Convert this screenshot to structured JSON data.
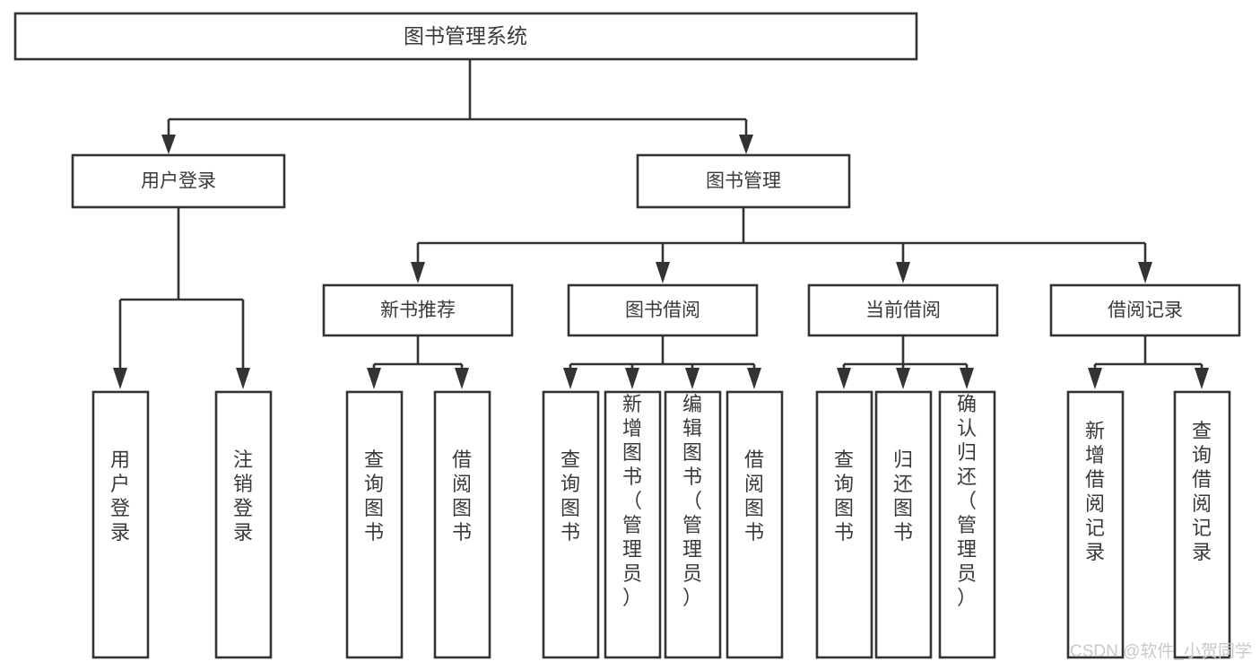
{
  "diagram": {
    "title": "图书管理系统",
    "root": {
      "label": "图书管理系统",
      "id": "root"
    },
    "level2": [
      {
        "id": "user-login",
        "label": "用户登录"
      },
      {
        "id": "book-management",
        "label": "图书管理"
      }
    ],
    "level3": [
      {
        "id": "new-book-recommend",
        "label": "新书推荐"
      },
      {
        "id": "book-borrow",
        "label": "图书借阅"
      },
      {
        "id": "current-borrow",
        "label": "当前借阅"
      },
      {
        "id": "borrow-record",
        "label": "借阅记录"
      }
    ],
    "leaves": {
      "user_login": [
        {
          "id": "leaf-user-login",
          "label": "用户登录"
        },
        {
          "id": "leaf-logout-login",
          "label": "注销登录"
        }
      ],
      "new_book_recommend": [
        {
          "id": "leaf-query-book-1",
          "label": "查询图书"
        },
        {
          "id": "leaf-borrow-book-1",
          "label": "借阅图书"
        }
      ],
      "book_borrow": [
        {
          "id": "leaf-query-book-2",
          "label": "查询图书"
        },
        {
          "id": "leaf-add-book",
          "label": "新增图书（管理员）"
        },
        {
          "id": "leaf-edit-book",
          "label": "编辑图书（管理员）"
        },
        {
          "id": "leaf-borrow-book-2",
          "label": "借阅图书"
        }
      ],
      "current_borrow": [
        {
          "id": "leaf-query-book-3",
          "label": "查询图书"
        },
        {
          "id": "leaf-return-book",
          "label": "归还图书"
        },
        {
          "id": "leaf-confirm-return",
          "label": "确认归还（管理员）"
        }
      ],
      "borrow_record": [
        {
          "id": "leaf-add-record",
          "label": "新增借阅记录"
        },
        {
          "id": "leaf-query-record",
          "label": "查询借阅记录"
        }
      ]
    }
  },
  "watermark": {
    "text": "CSDN @软件_小贺同学"
  },
  "colors": {
    "stroke": "#333333",
    "text": "#3a3a3a",
    "background": "#ffffff",
    "watermark": "#c9c9c9"
  }
}
